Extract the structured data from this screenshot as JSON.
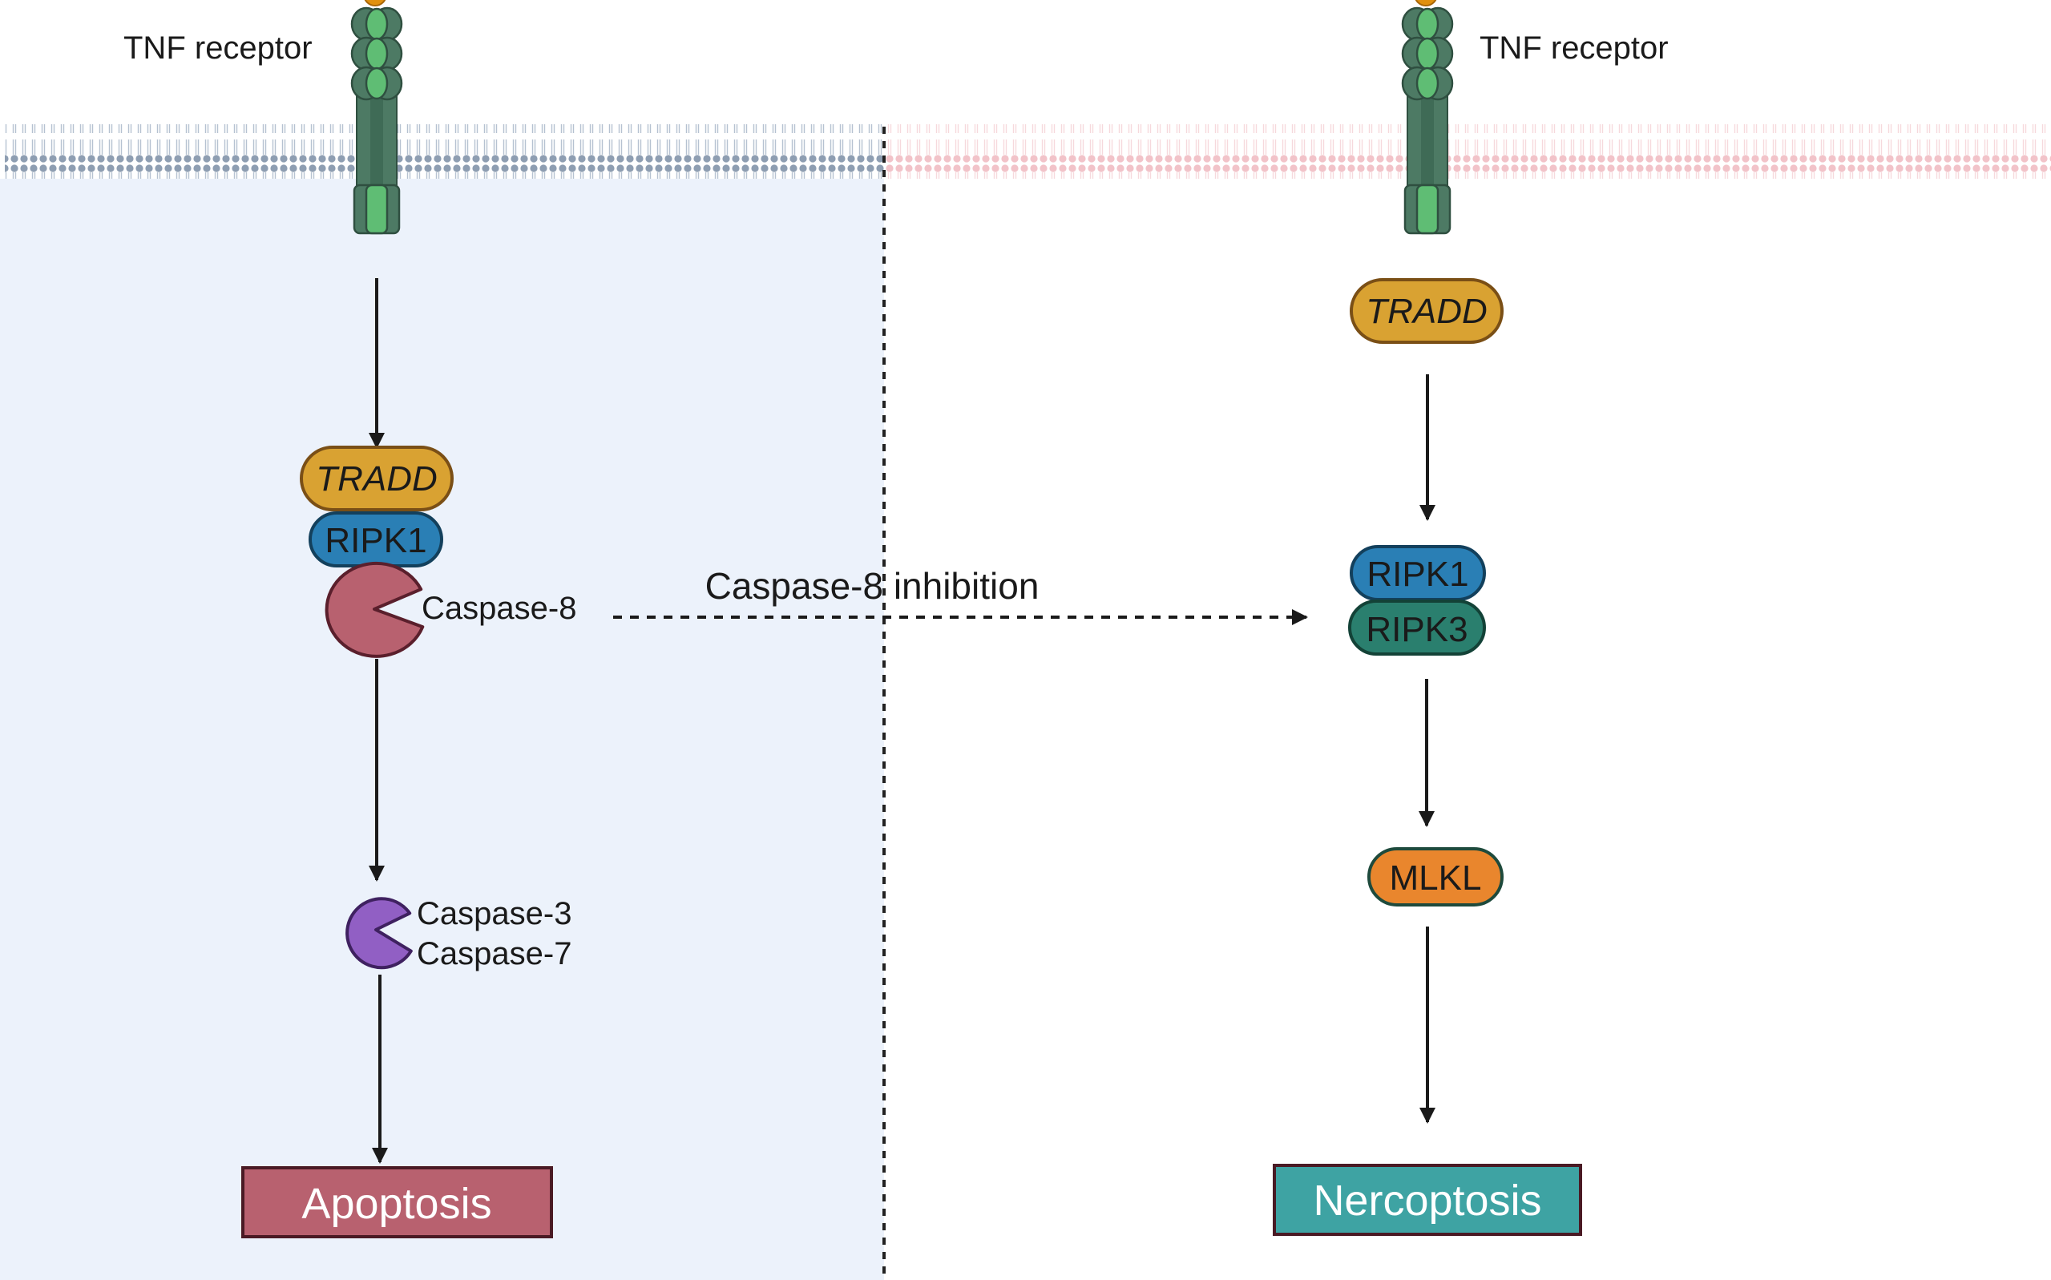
{
  "diagram": {
    "left_pathway": {
      "receptor_label": "TNF receptor",
      "tradd": "TRADD",
      "ripk1": "RIPK1",
      "caspase8": "Caspase-8",
      "caspase3": "Caspase-3",
      "caspase7": "Caspase-7",
      "outcome": "Apoptosis"
    },
    "right_pathway": {
      "receptor_label": "TNF receptor",
      "tradd": "TRADD",
      "ripk1": "RIPK1",
      "ripk3": "RIPK3",
      "mlkl": "MLKL",
      "outcome": "Nercoptosis"
    },
    "crossover_label": "Caspase-8 inhibition"
  },
  "colors": {
    "left_background": "#ecf2fb",
    "left_membrane": "#8e9eb2",
    "right_membrane": "#f2c3c9",
    "receptor_dark": "#4d7a64",
    "receptor_light": "#5fbd74",
    "ligand": "#e0900e",
    "tradd": "#d9a232",
    "ripk1": "#2a7fb5",
    "ripk3": "#2a7f6e",
    "caspase8": "#b8616f",
    "caspase3_7": "#915fc4",
    "mlkl": "#e9862d",
    "apoptosis": "#b8616f",
    "necroptosis": "#3ea3a3"
  }
}
